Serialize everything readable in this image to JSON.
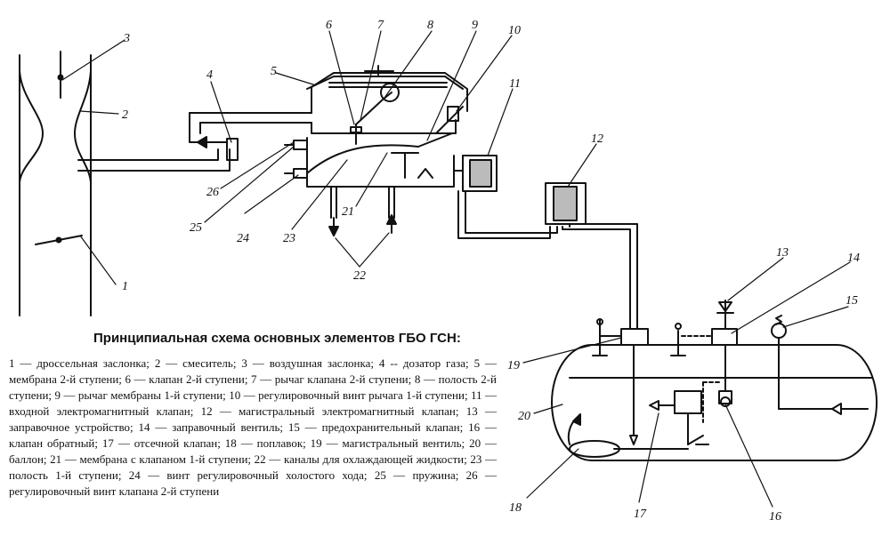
{
  "callouts": [
    "1",
    "2",
    "3",
    "4",
    "5",
    "6",
    "7",
    "8",
    "9",
    "10",
    "11",
    "12",
    "13",
    "14",
    "15",
    "16",
    "17",
    "18",
    "19",
    "20",
    "21",
    "22",
    "23",
    "24",
    "25",
    "26"
  ],
  "caption": {
    "title": "Принципиальная схема основных элементов ГБО ГСН:",
    "body": "1 — дроссельная заслонка; 2 — смеситель; 3 — воздушная заслонка; 4 -- дозатор газа; 5 — мембрана 2-й ступени; 6 — клапан 2-й ступени; 7 — рычаг клапана 2-й ступени; 8 — полость 2-й ступени; 9 — рычаг мембраны 1-й ступени; 10 — регулировочный винт рычага 1-й ступени; 11 — входной электромагнитный клапан; 12 — магистральный электромагнитный клапан; 13 — заправочное устройство; 14 — заправочный вентиль; 15 — предохранительный клапан; 16 — клапан обратный; 17 — отсечной клапан; 18 — поплавок; 19 — магистральный вентиль; 20 — баллон; 21 — мембрана с клапаном 1-й ступени; 22 — каналы для охлаждающей жидкости; 23 — полость 1-й ступени; 24 — винт регулировочный холостого хода; 25 — пружина; 26 — регулировочный винт клапана 2-й ступени"
  }
}
